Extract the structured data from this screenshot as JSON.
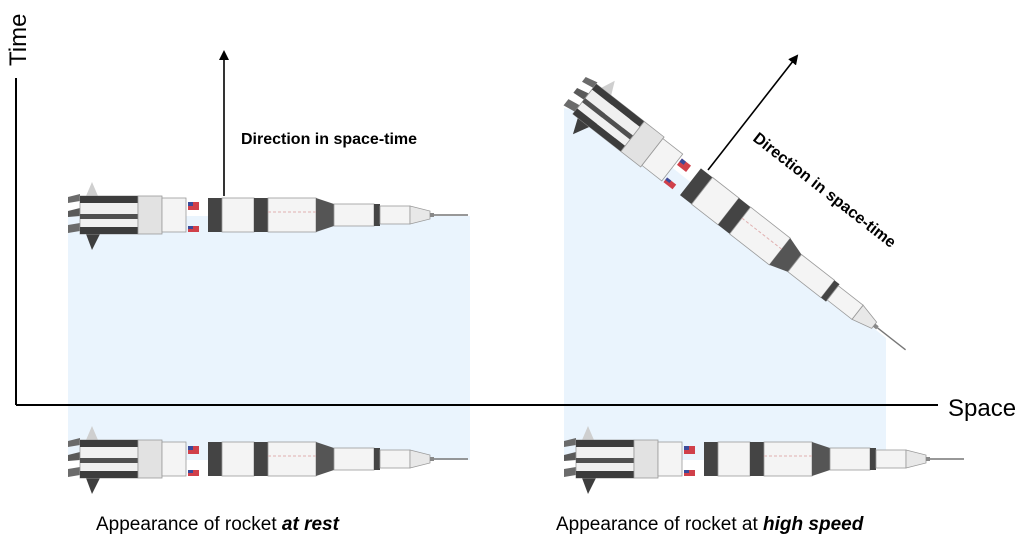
{
  "axes": {
    "time_label": "Time",
    "space_label": "Space"
  },
  "left_panel": {
    "direction_label": "Direction in space-time",
    "caption_prefix": "Appearance of rocket ",
    "caption_emphasis": "at rest",
    "rocket_lettering": "USA"
  },
  "right_panel": {
    "direction_label": "Direction in space-time",
    "caption_prefix": "Appearance of rocket at ",
    "caption_emphasis": "high speed",
    "rocket_lettering": "USA"
  },
  "colors": {
    "region_fill": "#eaf4fd",
    "axis": "#000000",
    "rocket_body": "#f1f1f1",
    "rocket_dark": "#5d5d5d",
    "flag_red": "#d0404a",
    "flag_blue": "#3a4a9a"
  }
}
